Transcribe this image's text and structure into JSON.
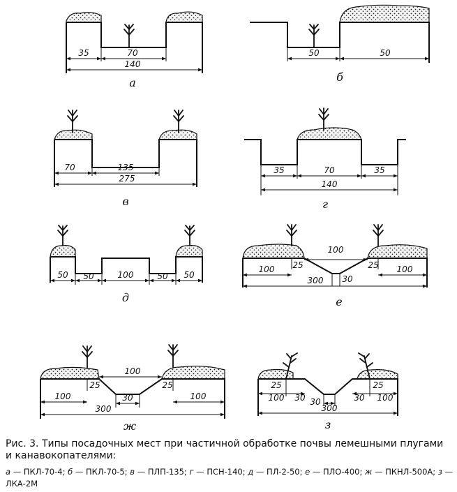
{
  "figure": {
    "panels": [
      {
        "letter": "а",
        "dims": [
          "35",
          "70",
          "140"
        ]
      },
      {
        "letter": "б",
        "dims": [
          "50",
          "50"
        ]
      },
      {
        "letter": "в",
        "dims": [
          "70",
          "135",
          "275"
        ]
      },
      {
        "letter": "г",
        "dims": [
          "35",
          "70",
          "35",
          "140"
        ]
      },
      {
        "letter": "д",
        "dims": [
          "50",
          "50",
          "100",
          "50",
          "50"
        ]
      },
      {
        "letter": "е",
        "dims": [
          "100",
          "25",
          "25",
          "100",
          "300",
          "30",
          "100"
        ]
      },
      {
        "letter": "ж",
        "dims": [
          "100",
          "25",
          "25",
          "100",
          "300",
          "30",
          "100"
        ]
      },
      {
        "letter": "з",
        "dims": [
          "25",
          "25",
          "100",
          "30",
          "30",
          "100",
          "30",
          "300"
        ]
      }
    ]
  },
  "caption": {
    "title": "Рис. 3. Типы посадочных мест при частичной обработке почвы лемешными плугами и канавокопателями:",
    "legend": [
      {
        "key": "а",
        "text": "ПКЛ-70-4;"
      },
      {
        "key": "б",
        "text": "ПКЛ-70-5;"
      },
      {
        "key": "в",
        "text": "ПЛП-135;"
      },
      {
        "key": "г",
        "text": "ПСН-140;"
      },
      {
        "key": "д",
        "text": "ПЛ-2-50;"
      },
      {
        "key": "е",
        "text": "ПЛО-400;"
      },
      {
        "key": "ж",
        "text": "ПКНЛ-500А;"
      },
      {
        "key": "з",
        "text": "ЛКА-2М"
      }
    ]
  }
}
